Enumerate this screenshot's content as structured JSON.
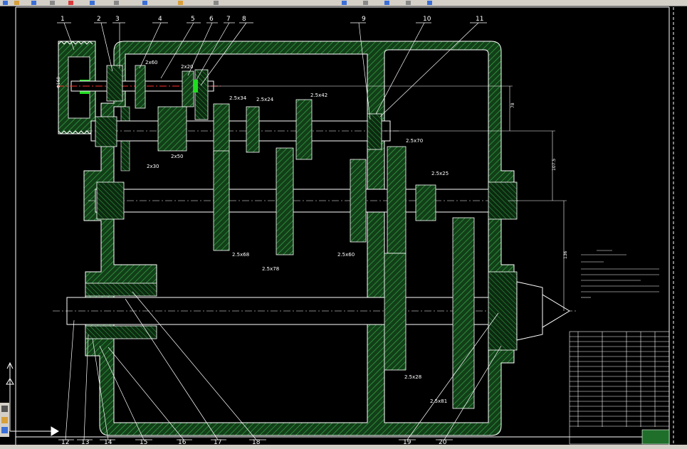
{
  "callouts": [
    "1",
    "2",
    "3",
    "4",
    "5",
    "6",
    "7",
    "8",
    "9",
    "10",
    "11",
    "12",
    "13",
    "14",
    "15",
    "16",
    "17",
    "18",
    "19",
    "20"
  ],
  "gear_specs": {
    "g2x60": "2x60",
    "g2x20": "2x20",
    "g2x30": "2x30",
    "g2x50": "2x50",
    "g25x34": "2.5x34",
    "g25x24": "2.5x24",
    "g25x42": "2.5x42",
    "g25x70": "2.5x70",
    "g25x25": "2.5x25",
    "g25x68": "2.5x68",
    "g25x78": "2.5x78",
    "g25x60": "2.5x60",
    "g25x28": "2.5x28",
    "g25x81": "2.5x81"
  },
  "dimensions": {
    "d1": "Φ160",
    "d2": "78",
    "d3": "107.5",
    "d4": "136"
  },
  "colors": {
    "background": "#000000",
    "housing": "#1f6f2a",
    "lines": "#ffffff",
    "centerline": "#ff3030",
    "highlight": "#22dd22"
  }
}
